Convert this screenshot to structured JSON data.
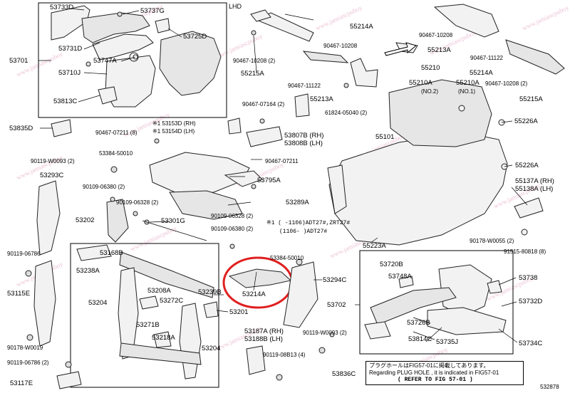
{
  "variant_note": "LHD",
  "diagram_code": "532878",
  "watermark_text": "www.jamiascpuboy",
  "highlight_color": "#e02020",
  "footnote": {
    "line1": "※1 (      -1106)ADT27#,ZRT27#",
    "line2": "(1106-      )ADT27#"
  },
  "reference_note": {
    "line1": "プラグホールはFIG57-01に掲載してあります。",
    "line2": "Regarding PLUG HOLE , it is indicated in FIG57-01",
    "line3": "( REFER TO FIG 57-01 )"
  },
  "labels": {
    "l53733D": "53733D",
    "l53737G": "53737G",
    "l53725D": "53725D",
    "l53701": "53701",
    "l53731D": "53731D",
    "l53747A": "53747A",
    "l53710J": "53710J",
    "l53813C": "53813C",
    "l53835D": "53835D",
    "l90467_07211a": "90467-07211 (8)",
    "l53153D": "※1 53153D (RH)",
    "l53154D": "※1 53154D (LH)",
    "l90119_W0093a": "90119-W0093 (2)",
    "l53384_50010a": "53384-50010",
    "l53293C": "53293C",
    "l90109_06380a": "90109-06380 (2)",
    "l90109_06328a": "90109-06328 (2)",
    "l53202": "53202",
    "l53301G": "53301G",
    "l90119_06786": "90119-06786",
    "l53115E": "53115E",
    "l53168B": "53168B",
    "l53238A": "53238A",
    "l53208A": "53208A",
    "l53204a": "53204",
    "l53272C": "53272C",
    "l53239B": "53239B",
    "l53201": "53201",
    "l53271B": "53271B",
    "l53218A": "53218A",
    "l53204b": "53204",
    "l90178_W0019": "90178-W0019",
    "l90119_06786b": "90119-06786 (2)",
    "l53117E": "53117E",
    "l90467_10208a": "90467-10208 (2)",
    "l55215Aa": "55215A",
    "l90467_11122a": "90467-11122",
    "l90467_10208b": "90467-10208",
    "l55214Aa": "55214A",
    "l53213A": "55213A",
    "l90467_07164": "90467-07164 (2)",
    "l61824_05040": "61824-05040 (2)",
    "l53807B": "53807B (RH)",
    "l53808B": "53808B (LH)",
    "l90467_07211b": "90467-07211",
    "l53795A": "53795A",
    "l53289A": "53289A",
    "l90109_06328b": "90109-06328 (2)",
    "l90109_06380b": "90109-06380 (2)",
    "l53384_50010b": "53384-50010",
    "l53214A": "53214A",
    "l53294C": "53294C",
    "l53702": "53702",
    "l53187A": "53187A (RH)",
    "l53188B": "53188B (LH)",
    "l90119_W0093b": "90119-W0093 (2)",
    "l90119_08B13": "90119-08B13 (4)",
    "l53836C": "53836C",
    "l90467_10208c": "90467-10208",
    "l55213Ab": "55213A",
    "l90467_11122b": "90467-11122",
    "l55214Ab": "55214A",
    "l90467_10208d": "90467-10208 (2)",
    "l55215Ab": "55215A",
    "l55210": "55210",
    "l55210Aa": "55210A",
    "l55210Ab": "55210A",
    "lNO2": "(NO.2)",
    "lNO1": "(NO.1)",
    "l55226Aa": "55226A",
    "l55101": "55101",
    "l55226Ab": "55226A",
    "l55137A": "55137A (RH)",
    "l55138A": "55138A (LH)",
    "l55223A": "55223A",
    "l90178_W0055": "90178-W0055 (2)",
    "l91515_80818": "91515-80818 (8)",
    "l53720B": "53720B",
    "l53748A": "53748A",
    "l53738": "53738",
    "l53732D": "53732D",
    "l53726B": "53726B",
    "l53814C": "53814C",
    "l53735J": "53735J",
    "l53734C": "53734C"
  }
}
